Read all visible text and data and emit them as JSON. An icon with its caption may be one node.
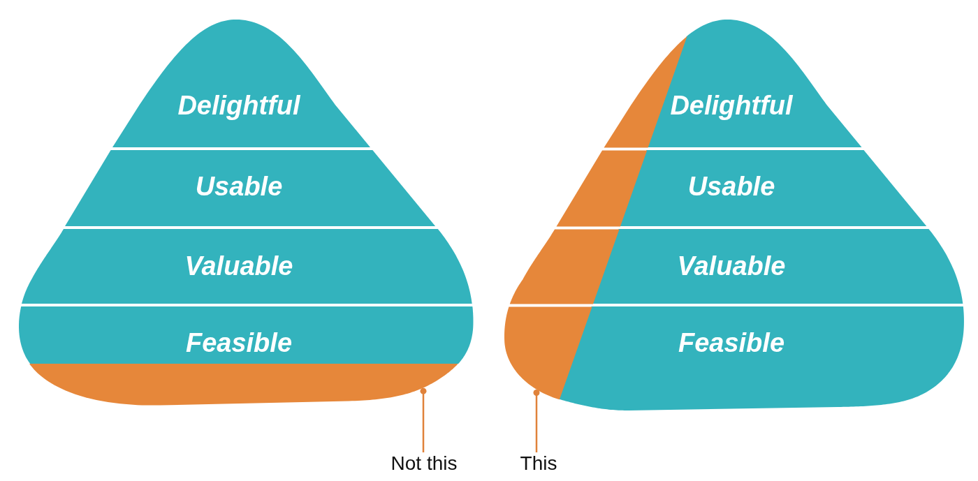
{
  "diagram": {
    "nodes": [
      {
        "text": [
          "Delightful"
        ]
      },
      {
        "text": [
          "Usable"
        ]
      },
      {
        "text": [
          "Valuable"
        ]
      },
      {
        "text": [
          "Feasible"
        ]
      },
      {
        "text": [],
        "shape": "band"
      },
      {
        "text": [
          "Delightful"
        ]
      },
      {
        "text": [
          "Usable"
        ]
      },
      {
        "text": [
          "Valuable"
        ]
      },
      {
        "text": [
          "Feasible"
        ]
      },
      {
        "text": [],
        "shape": "band"
      },
      {
        "text": [
          "Not this"
        ]
      },
      {
        "text": [
          "This"
        ]
      }
    ],
    "edges": [
      {
        "from": 10,
        "to": 4,
        "arrow": "other"
      },
      {
        "from": 11,
        "to": 9,
        "arrow": "other"
      }
    ]
  }
}
